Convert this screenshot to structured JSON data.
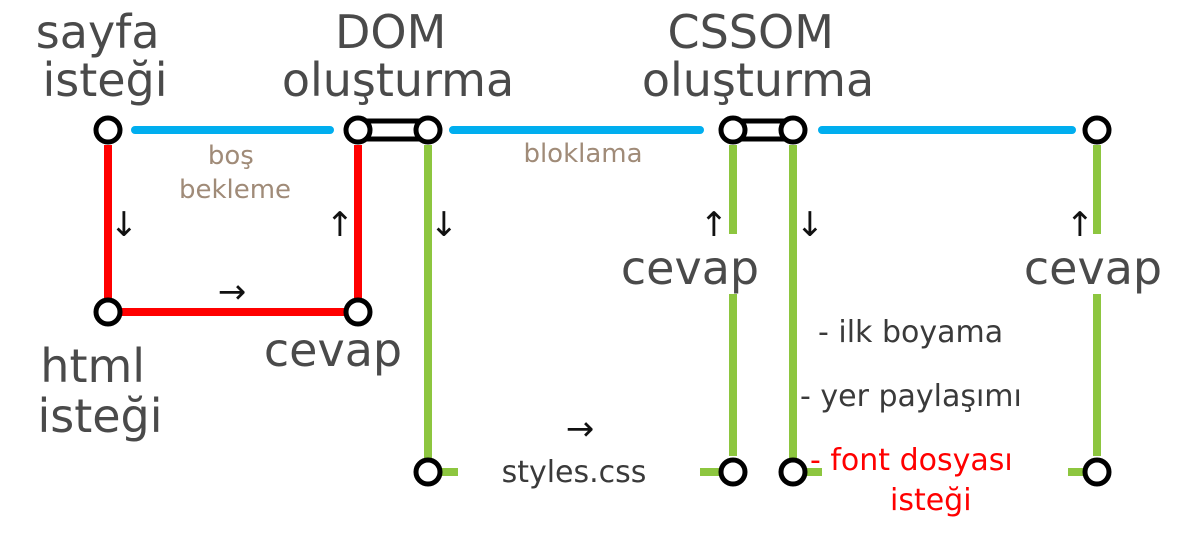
{
  "labels": {
    "page_request": [
      "sayfa",
      "isteği"
    ],
    "dom_build": [
      "DOM",
      "oluşturma"
    ],
    "cssom_build": [
      "CSSOM",
      "oluşturma"
    ],
    "html_request": [
      "html",
      "isteği"
    ],
    "idle_wait": [
      "boş",
      "bekleme"
    ],
    "blocking": "bloklama",
    "response": "cevap",
    "styles_css": "styles.css",
    "first_paint": "- ilk boyama",
    "layout": "- yer paylaşımı",
    "font_request": [
      "- font dosyası",
      "isteği"
    ]
  },
  "arrows": {
    "down": "↓",
    "up": "↑",
    "right": "→"
  },
  "colors": {
    "main_timeline": "#00aeef",
    "html_request_path": "#ff0000",
    "css_path": "#8dc63f",
    "font_request_text": "#ff0000",
    "node_stroke": "#000000"
  }
}
